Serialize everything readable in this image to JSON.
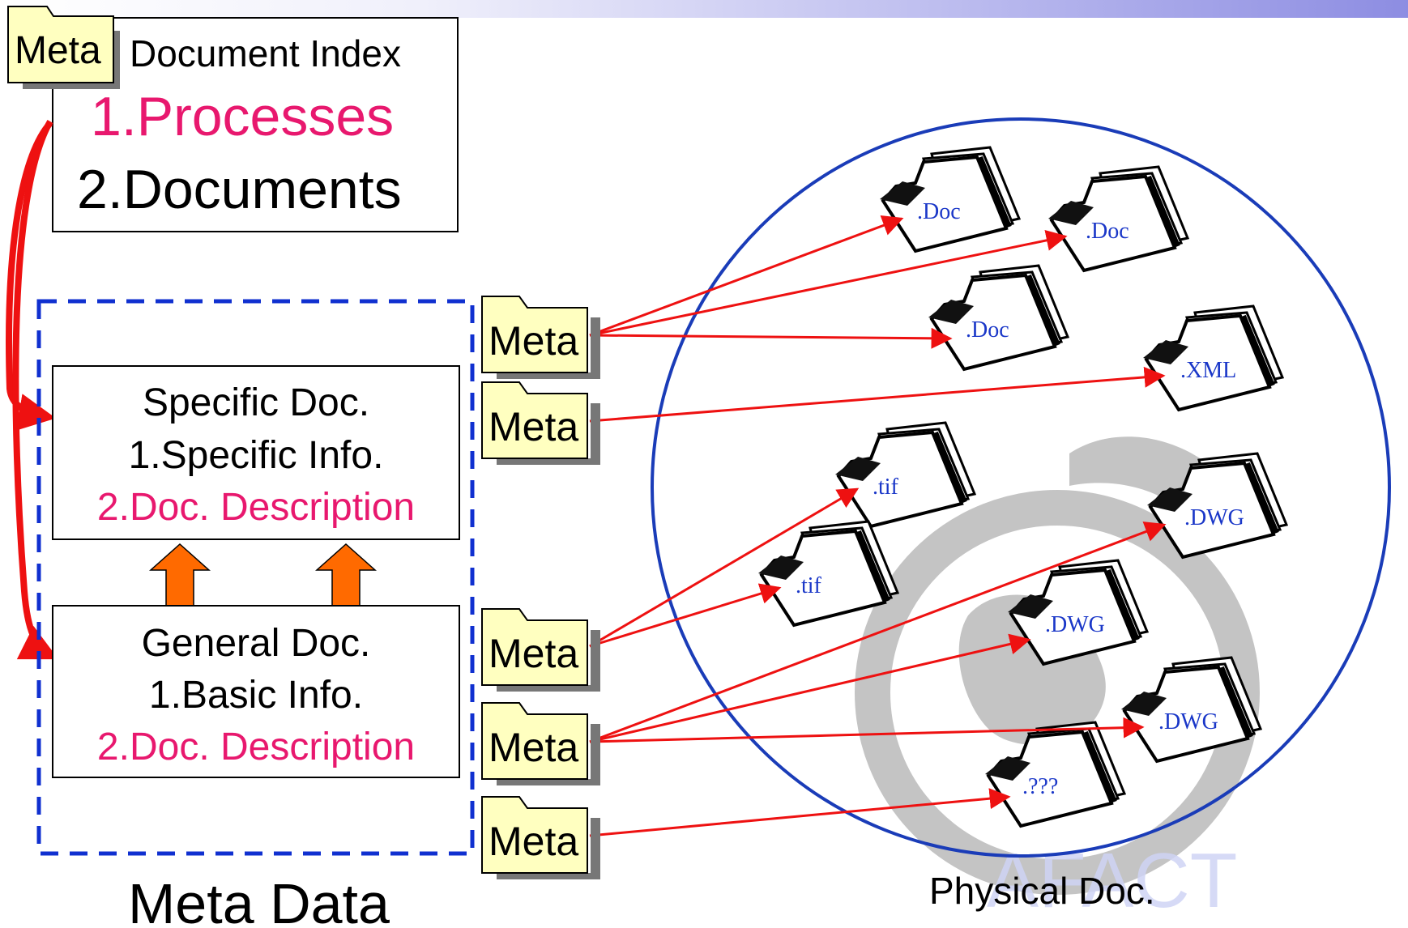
{
  "index_box": {
    "folder_label": "Meta",
    "title": "Document Index",
    "item1": "1.Processes",
    "item2": "2.Documents"
  },
  "specific_doc": {
    "title": "Specific Doc.",
    "line1": "1.Specific Info.",
    "line2": "2.Doc. Description"
  },
  "general_doc": {
    "title": "General Doc.",
    "line1": "1.Basic Info.",
    "line2": "2.Doc. Description"
  },
  "meta_data_label": "Meta Data",
  "physical_label": "Physical Doc.",
  "watermark": "AFACT",
  "meta_folders": [
    "Meta",
    "Meta",
    "Meta",
    "Meta",
    "Meta"
  ],
  "documents": [
    ".Doc",
    ".Doc",
    ".Doc",
    ".XML",
    ".tif",
    ".DWG",
    ".tif",
    ".DWG",
    ".DWG",
    ".???"
  ],
  "colors": {
    "accent_pink": "#e8186e",
    "frame_blue": "#1030d0",
    "circle_blue": "#1a3cb8",
    "arrow_red": "#ee1111",
    "folder_fill": "#ffffc0",
    "up_arrow": "#ff6a00",
    "ext_text": "#1a37c8"
  }
}
